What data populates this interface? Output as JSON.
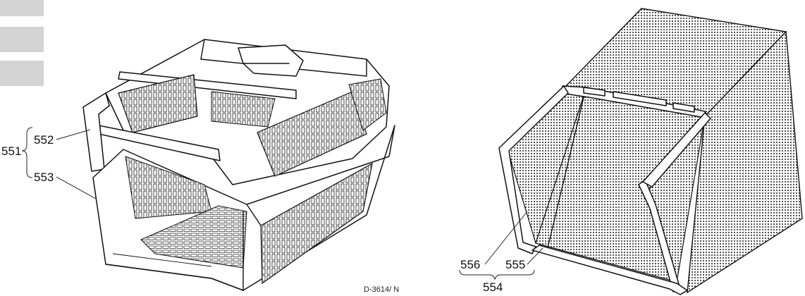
{
  "labels": {
    "l551": "551",
    "l552": "552",
    "l553": "553",
    "l554": "554",
    "l555": "555",
    "l556": "556"
  },
  "drawing_code": "D-3614/ N",
  "colors": {
    "ink": "#111111",
    "tab_gray": "#d4d4d4",
    "background": "#ffffff"
  }
}
